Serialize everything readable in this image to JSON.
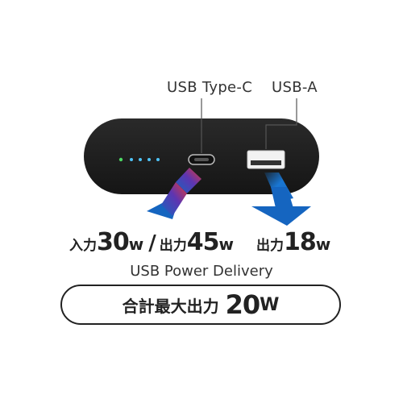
{
  "ports": {
    "usb_c_label": "USB Type-C",
    "usb_a_label": "USB-A"
  },
  "specs": {
    "input_label": "入力",
    "input_value": "30",
    "input_unit": "w",
    "separator": "/",
    "output_c_label": "出力",
    "output_c_value": "45",
    "output_c_unit": "w",
    "output_a_label": "出力",
    "output_a_value": "18",
    "output_a_unit": "w"
  },
  "standard": "USB Power Delivery",
  "total": {
    "label": "合計最大出力",
    "value": "20",
    "unit": "W"
  },
  "colors": {
    "device_body": "#1e1e1e",
    "led": [
      "#4cd964",
      "#4fc3f7",
      "#4fc3f7",
      "#4fc3f7",
      "#4fc3f7"
    ],
    "arrow_blue": "#1565c0",
    "arrow_red": "#e53935"
  }
}
